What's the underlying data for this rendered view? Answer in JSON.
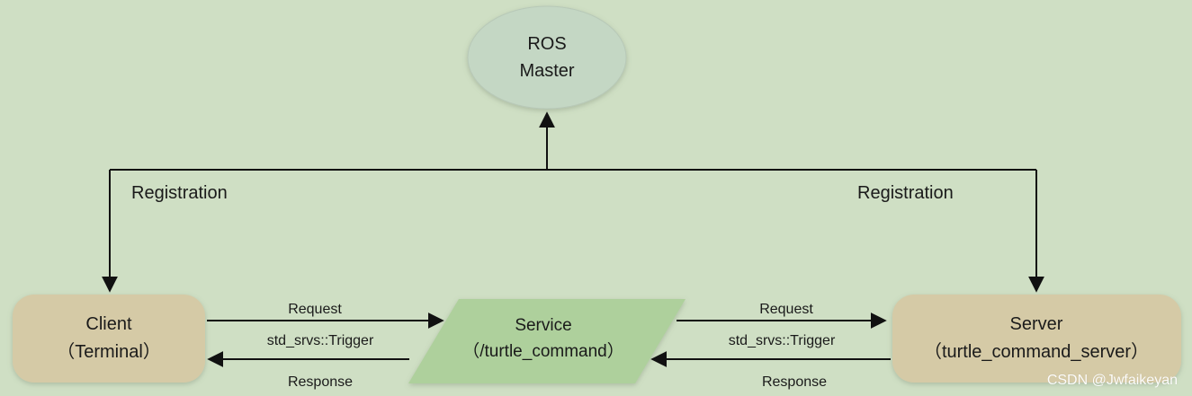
{
  "nodes": {
    "master": {
      "line1": "ROS",
      "line2": "Master"
    },
    "client": {
      "line1": "Client",
      "line2": "（Terminal）"
    },
    "service": {
      "line1": "Service",
      "line2": "（/turtle_command）"
    },
    "server": {
      "line1": "Server",
      "line2": "（turtle_command_server）"
    }
  },
  "edges": {
    "registration_left": "Registration",
    "registration_right": "Registration",
    "left_request": "Request",
    "left_type": "std_srvs::Trigger",
    "left_response": "Response",
    "right_request": "Request",
    "right_type": "std_srvs::Trigger",
    "right_response": "Response"
  },
  "watermark": "CSDN @Jwfaikeyan",
  "colors": {
    "background": "#cfdfc4",
    "master_fill": "#c4d7c4",
    "client_server_fill": "#d5caa6",
    "service_fill": "#aed09c",
    "line": "#111111"
  }
}
